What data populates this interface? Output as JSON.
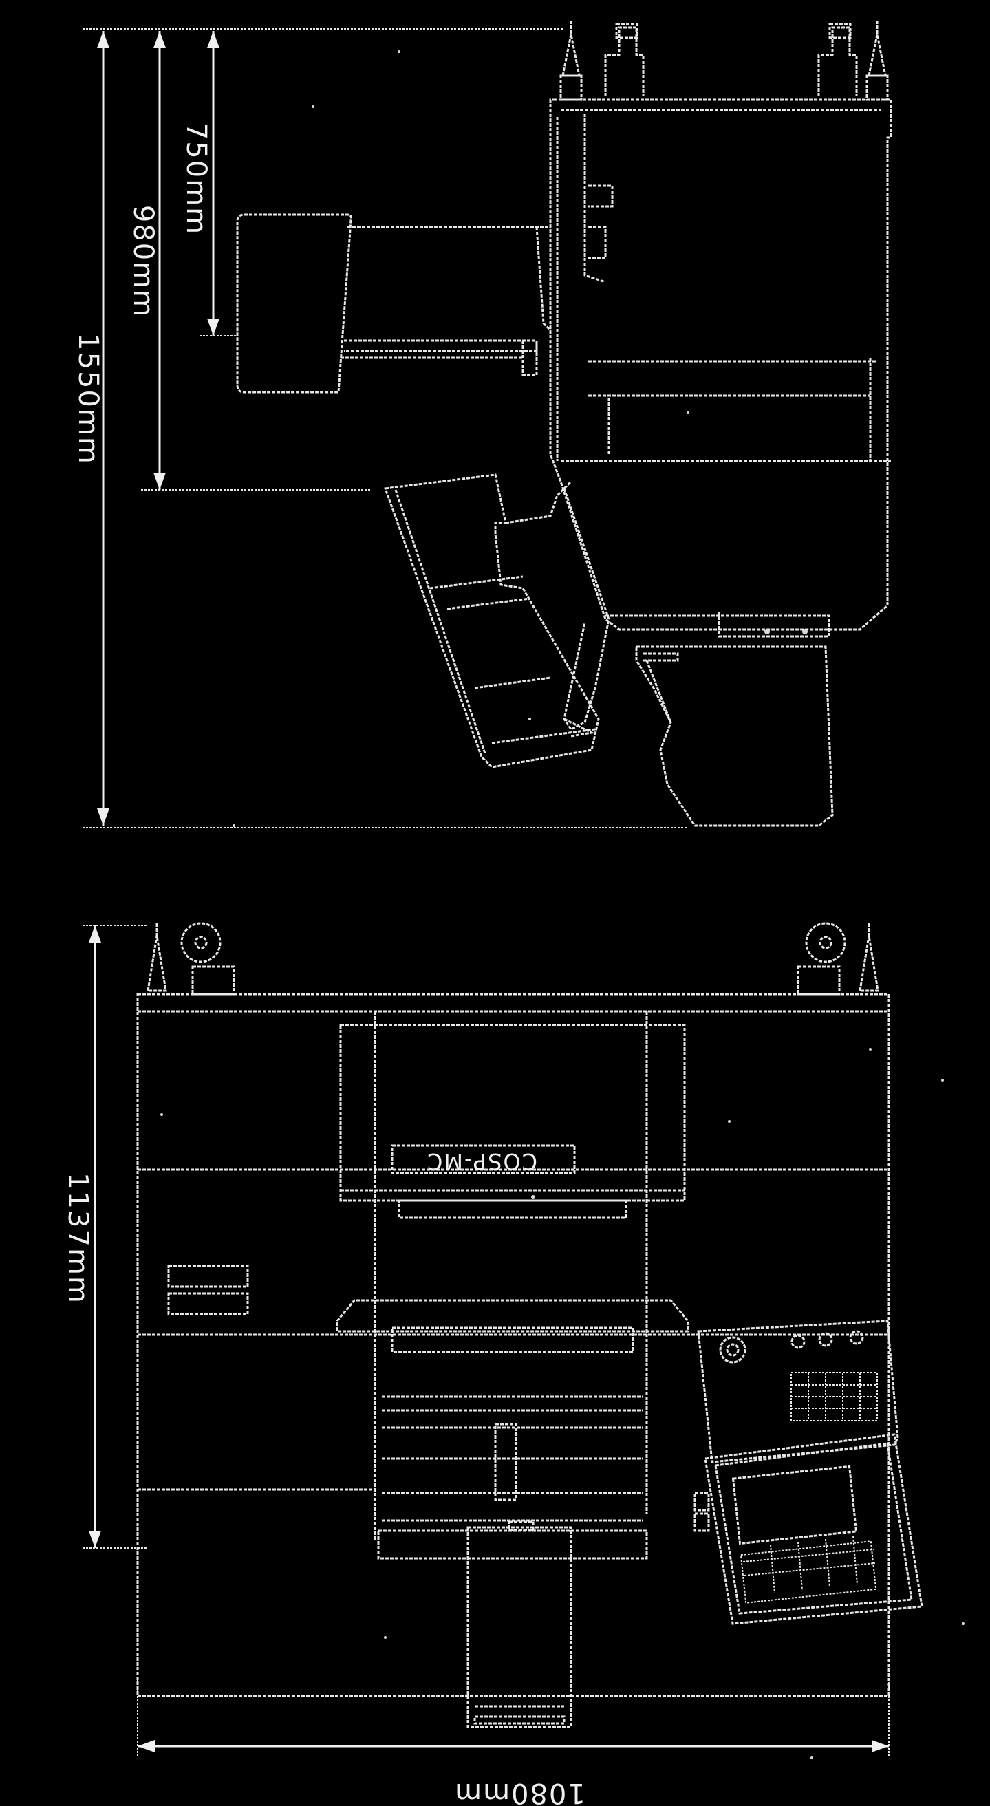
{
  "drawing": {
    "side_view": {
      "dim_total_height": "1550mm",
      "dim_middle": "980mm",
      "dim_short": "750mm"
    },
    "front_view": {
      "dim_depth": "1137mm",
      "dim_width": "1080mm",
      "nameplate": "COSP-MC"
    }
  }
}
